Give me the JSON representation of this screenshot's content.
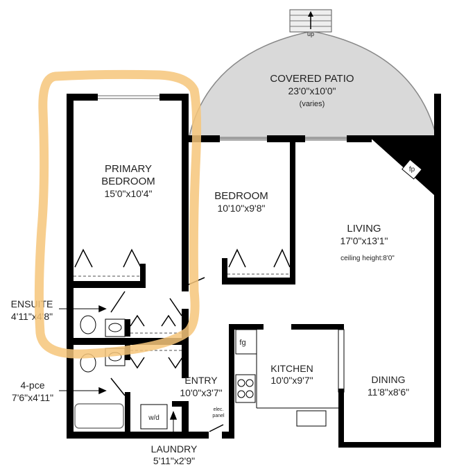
{
  "patio": {
    "name": "COVERED PATIO",
    "size": "23'0\"x10'0\"",
    "note": "(varies)",
    "stairs_label": "up"
  },
  "rooms": {
    "primary_bedroom": {
      "name1": "PRIMARY",
      "name2": "BEDROOM",
      "size": "15'0\"x10'4\""
    },
    "bedroom": {
      "name": "BEDROOM",
      "size": "10'10\"x9'8\""
    },
    "living": {
      "name": "LIVING",
      "size": "17'0\"x13'1\"",
      "note": "ceiling height:8'0\""
    },
    "ensuite": {
      "name": "ENSUITE",
      "size": "4'11\"x4'8\""
    },
    "four_pce": {
      "name": "4-pce",
      "size": "7'6\"x4'11\""
    },
    "entry": {
      "name": "ENTRY",
      "size": "10'0\"x3'7\""
    },
    "kitchen": {
      "name": "KITCHEN",
      "size": "10'0\"x9'7\""
    },
    "dining": {
      "name": "DINING",
      "size": "11'8\"x8'6\""
    },
    "laundry": {
      "name": "LAUNDRY",
      "size": "5'11\"x2'9\""
    }
  },
  "fixtures": {
    "fireplace": "fp",
    "fridge": "fg",
    "washer_dryer": "w/d",
    "elec_panel1": "elec.",
    "elec_panel2": "panel"
  },
  "colors": {
    "wall": "#000000",
    "patio_fill": "#d9d9d9",
    "highlight": "#f6c67a"
  }
}
